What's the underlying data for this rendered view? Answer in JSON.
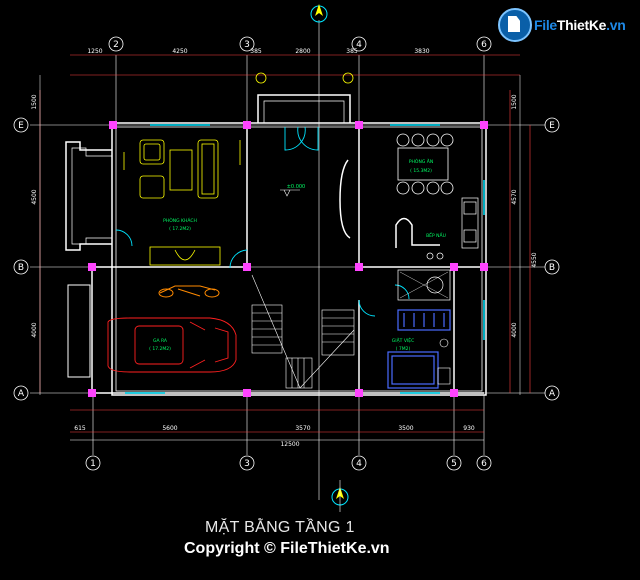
{
  "watermark": {
    "file": "File",
    "rest": "ThietKe",
    "suffix": ".vn"
  },
  "plan_title": "MẶT BẰNG TẦNG 1",
  "copyright": "Copyright © FileThietKe.vn",
  "grid_cols_top": [
    "2",
    "3",
    "4",
    "6"
  ],
  "grid_cols_bottom": [
    "1",
    "3",
    "4",
    "5",
    "6"
  ],
  "grid_rows_right": [
    "E",
    "B",
    "A"
  ],
  "grid_rows_left": [
    "E",
    "B",
    "A"
  ],
  "dims_top": [
    "1250",
    "4250",
    "385",
    "2800",
    "385",
    "3830"
  ],
  "dims_bottom": [
    "615",
    "5600",
    "3570",
    "3500",
    "930"
  ],
  "dims_total": "12500",
  "dims_left": [
    "1500",
    "4500",
    "4000"
  ],
  "dims_right_outer": [
    "1500",
    "4570",
    "4550",
    "4000"
  ],
  "rooms": {
    "living": [
      "PHÒNG KHÁCH",
      "( 17.2M2)"
    ],
    "dining": [
      "PHÒNG ĂN",
      "( 15.3M2)"
    ],
    "kitchen": "BẾP NẤU",
    "garage": [
      "GA RA",
      "( 17.2M2)"
    ],
    "work": [
      "GIẶT VIỆC",
      "( 7M2)"
    ]
  },
  "level_mark": "±0.000",
  "colors": {
    "wall": "#ffffff",
    "grid": "#ffffff",
    "dim": "#ff4040",
    "furniture": "#ffff00",
    "door": "#00e5ff",
    "column": "#ff44ff",
    "bath": "#4a6cff",
    "moto": "#ff8a00",
    "car": "#ff2020",
    "window": "#00e5ff",
    "text": "#00ff66"
  }
}
